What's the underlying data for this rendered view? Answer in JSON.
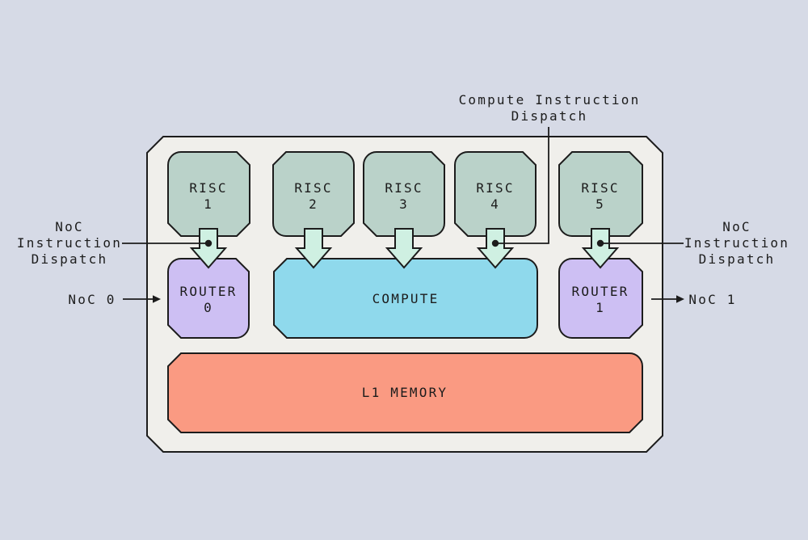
{
  "colors": {
    "background": "#d6dae6",
    "container_fill": "#f0efeb",
    "risc_fill": "#bad2c9",
    "arrow_fill": "#cff0e2",
    "router_fill": "#cdbff3",
    "compute_fill": "#8fd9ec",
    "memory_fill": "#fa9a82",
    "stroke": "#1c1c1c"
  },
  "risc_cores": [
    {
      "name": "RISC",
      "number": "1"
    },
    {
      "name": "RISC",
      "number": "2"
    },
    {
      "name": "RISC",
      "number": "3"
    },
    {
      "name": "RISC",
      "number": "4"
    },
    {
      "name": "RISC",
      "number": "5"
    }
  ],
  "routers": [
    {
      "name": "ROUTER",
      "number": "0"
    },
    {
      "name": "ROUTER",
      "number": "1"
    }
  ],
  "compute": {
    "label": "COMPUTE"
  },
  "l1_memory": {
    "label": "L1 MEMORY"
  },
  "annotations": {
    "left_dispatch": {
      "line1": "NoC",
      "line2": "Instruction",
      "line3": "Dispatch"
    },
    "right_dispatch": {
      "line1": "NoC",
      "line2": "Instruction",
      "line3": "Dispatch"
    },
    "compute_dispatch": {
      "line1": "Compute Instruction",
      "line2": "Dispatch"
    },
    "noc0_label": "NoC 0",
    "noc1_label": "NoC 1"
  }
}
